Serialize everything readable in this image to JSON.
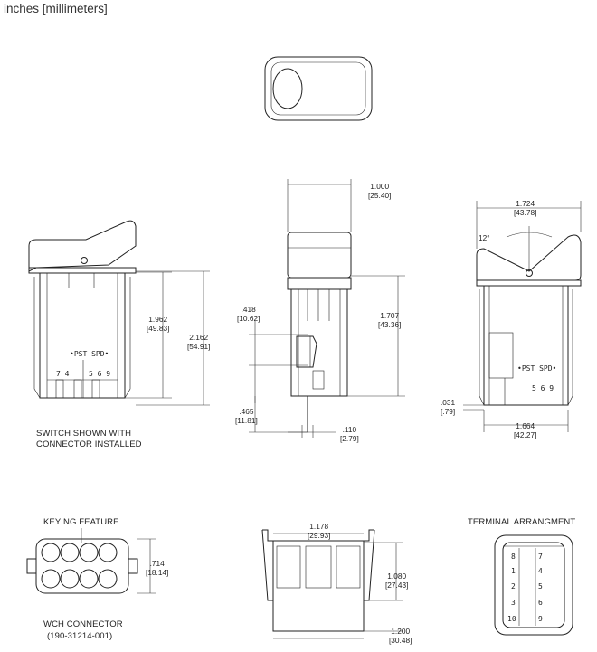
{
  "units_caption": "inches [millimeters]",
  "labels": {
    "switch_caption_1": "SWITCH SHOWN WITH",
    "switch_caption_2": "CONNECTOR INSTALLED",
    "keying_feature": "KEYING FEATURE",
    "wch_connector": "WCH CONNECTOR",
    "wch_part": "(190-31214-001)",
    "terminal_arrangement": "TERMINAL ARRANGMENT",
    "angle": "12°"
  },
  "dimensions": {
    "d_1962": {
      "in": "1.962",
      "mm": "[49.83]"
    },
    "d_2162": {
      "in": "2.162",
      "mm": "[54.91]"
    },
    "d_1000": {
      "in": "1.000",
      "mm": "[25.40]"
    },
    "d_418": {
      "in": ".418",
      "mm": "[10.62]"
    },
    "d_1707": {
      "in": "1.707",
      "mm": "[43.36]"
    },
    "d_465": {
      "in": ".465",
      "mm": "[11.81]"
    },
    "d_110": {
      "in": ".110",
      "mm": "[2.79]"
    },
    "d_1724": {
      "in": "1.724",
      "mm": "[43.78]"
    },
    "d_031": {
      "in": ".031",
      "mm": "[.79]"
    },
    "d_1664": {
      "in": "1.664",
      "mm": "[42.27]"
    },
    "d_714": {
      "in": ".714",
      "mm": "[18.14]"
    },
    "d_1178": {
      "in": "1.178",
      "mm": "[29.93]"
    },
    "d_1080": {
      "in": "1.080",
      "mm": "[27.43]"
    },
    "d_1200": {
      "in": "1.200",
      "mm": "[30.48]"
    }
  },
  "terminal_numbers": {
    "left": [
      "8",
      "1",
      "2",
      "3",
      "10"
    ],
    "right": [
      "7",
      "4",
      "5",
      "6",
      "9"
    ]
  },
  "switch_markings": {
    "side_left": "7 4",
    "side_right": "5 6 9",
    "right_view": "5 6 9",
    "small_text": "•PST SPD•"
  }
}
